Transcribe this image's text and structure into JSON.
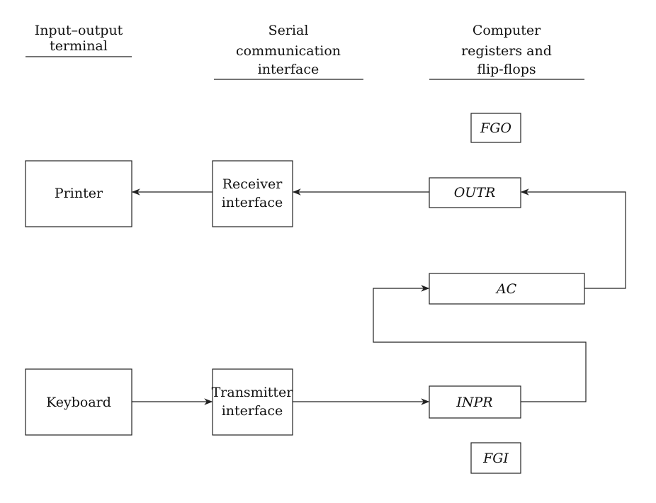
{
  "headers": {
    "terminal": [
      "Input–output",
      "terminal"
    ],
    "serial": [
      "Serial",
      "communication",
      "interface"
    ],
    "computer": [
      "Computer",
      "registers and",
      "flip-flops"
    ]
  },
  "boxes": {
    "printer": "Printer",
    "receiver": [
      "Receiver",
      "interface"
    ],
    "keyboard": "Keyboard",
    "transmitter": [
      "Transmitter",
      "interface"
    ],
    "fgo": "FGO",
    "outr": "OUTR",
    "ac": "AC",
    "inpr": "INPR",
    "fgi": "FGI"
  }
}
